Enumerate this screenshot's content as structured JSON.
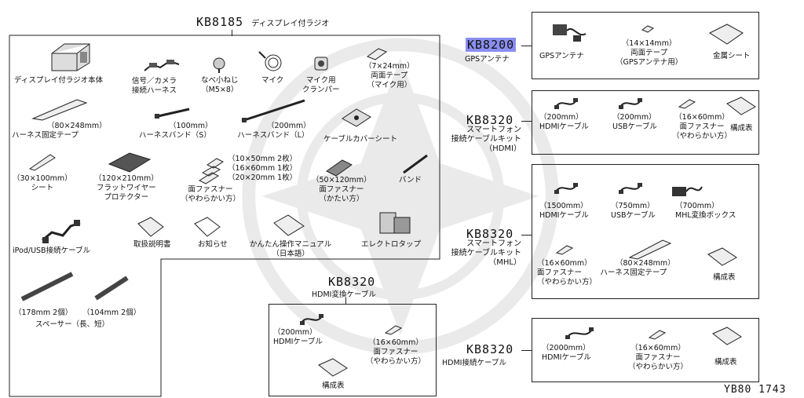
{
  "main_kit": {
    "code": "KB8185",
    "name": "ディスプレイ付ラジオ",
    "items": [
      {
        "lines": [
          "ディスプレイ付ラジオ本体"
        ]
      },
      {
        "lines": [
          "信号／カメラ",
          "接続ハーネス"
        ]
      },
      {
        "lines": [
          "なべ小ねじ",
          "（M5×8）"
        ]
      },
      {
        "lines": [
          "マイク"
        ]
      },
      {
        "lines": [
          "マイク用",
          "クランパー"
        ]
      },
      {
        "lines": [
          "（7×24mm）",
          "両面テープ",
          "（マイク用）"
        ]
      },
      {
        "lines": [
          "（80×248mm）",
          "ハーネス固定テープ"
        ]
      },
      {
        "lines": [
          "（100mm）",
          "ハーネスバンド（S）"
        ]
      },
      {
        "lines": [
          "（200mm）",
          "ハーネスバンド（L）"
        ]
      },
      {
        "lines": [
          "ケーブルカバーシート"
        ]
      },
      {
        "lines": [
          "（30×100mm）",
          "シート"
        ]
      },
      {
        "lines": [
          "（120×210mm）",
          "フラットワイヤー",
          "プロテクター"
        ]
      },
      {
        "lines": [
          "（10×50mm 2枚）",
          "（16×60mm 1枚）",
          "（20×20mm 1枚）"
        ]
      },
      {
        "lines": [
          "面ファスナー",
          "（やわらかい方）"
        ]
      },
      {
        "lines": [
          "（50×120mm）",
          "面ファスナー",
          "（かたい方）"
        ]
      },
      {
        "lines": [
          "バンド"
        ]
      },
      {
        "lines": [
          "iPod/USB接続ケーブル"
        ]
      },
      {
        "lines": [
          "取扱説明書"
        ]
      },
      {
        "lines": [
          "お知らせ"
        ]
      },
      {
        "lines": [
          "かんたん操作マニュアル",
          "（日本語）"
        ]
      },
      {
        "lines": [
          "エレクトロタップ"
        ]
      },
      {
        "lines": [
          "（178mm 2個）"
        ]
      },
      {
        "lines": [
          "（104mm 2個）"
        ]
      },
      {
        "lines": [
          "スペーサー（長、短）"
        ]
      }
    ]
  },
  "hdmi_conv": {
    "code": "KB8320",
    "name": "HDMI変換ケーブル",
    "items": [
      {
        "lines": [
          "（200mm）",
          "HDMIケーブル"
        ]
      },
      {
        "lines": [
          "（16×60mm）",
          "面ファスナー",
          "（やわらかい方）"
        ]
      },
      {
        "lines": [
          "構成表"
        ]
      }
    ]
  },
  "gps": {
    "code": "KB8200",
    "name": "GPSアンテナ",
    "items": [
      {
        "lines": [
          "GPSアンテナ"
        ]
      },
      {
        "lines": [
          "（14×14mm）",
          "両面テープ",
          "（GPSアンテナ用）"
        ]
      },
      {
        "lines": [
          "金属シート"
        ]
      }
    ]
  },
  "sp_hdmi": {
    "code": "KB8320",
    "name": [
      "スマートフォン",
      "接続ケーブルキット",
      "（HDMI）"
    ],
    "items": [
      {
        "lines": [
          "（200mm）",
          "HDMIケーブル"
        ]
      },
      {
        "lines": [
          "（200mm）",
          "USBケーブル"
        ]
      },
      {
        "lines": [
          "（16×60mm）",
          "面ファスナー",
          "（やわらかい方）"
        ]
      },
      {
        "lines": [
          "構成表"
        ]
      }
    ]
  },
  "sp_mhl": {
    "code": "KB8320",
    "name": [
      "スマートフォン",
      "接続ケーブルキット",
      "（MHL）"
    ],
    "items": [
      {
        "lines": [
          "（1500mm）",
          "HDMIケーブル"
        ]
      },
      {
        "lines": [
          "（750mm）",
          "USBケーブル"
        ]
      },
      {
        "lines": [
          "（700mm）",
          "MHL変換ボックス"
        ]
      },
      {
        "lines": [
          "（16×60mm）",
          "面ファスナー",
          "（やわらかい方）"
        ]
      },
      {
        "lines": [
          "（80×248mm）",
          "ハーネス固定テープ"
        ]
      },
      {
        "lines": [
          "構成表"
        ]
      }
    ]
  },
  "hdmi_conn": {
    "code": "KB8320",
    "name": "HDMI接続ケーブル",
    "items": [
      {
        "lines": [
          "（2000mm）",
          "HDMIケーブル"
        ]
      },
      {
        "lines": [
          "（16×60mm）",
          "面ファスナー",
          "（やわらかい方）"
        ]
      },
      {
        "lines": [
          "構成表"
        ]
      }
    ]
  },
  "reference": "YB80 1743",
  "highlight_color": "#8a8ef0"
}
